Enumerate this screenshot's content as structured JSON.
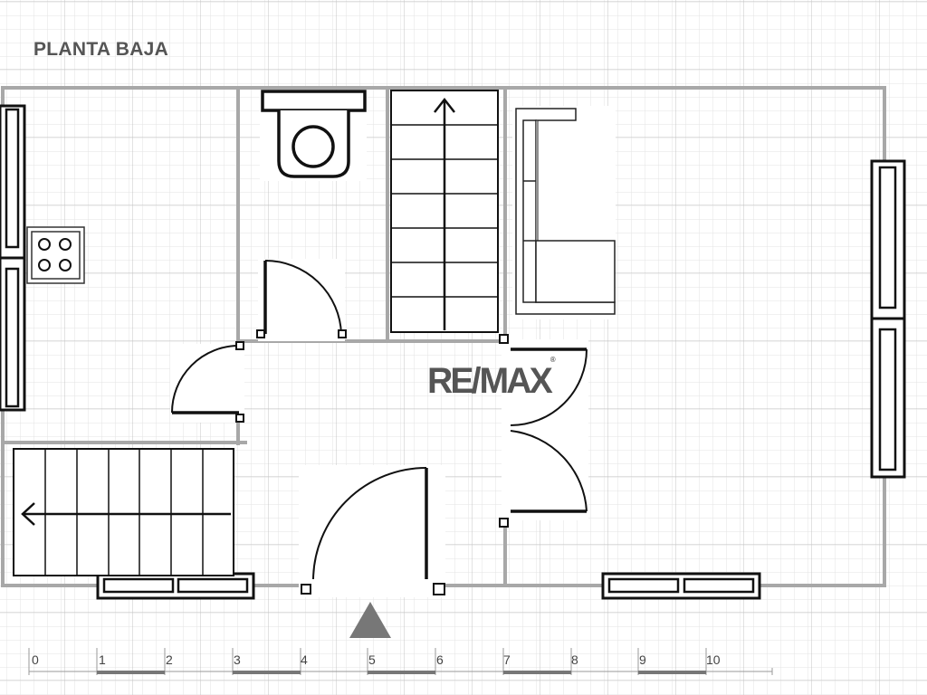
{
  "plan": {
    "title": "PLANTA BAJA",
    "brand": "RE/MAX",
    "brand_mark": "RE/MAX",
    "scale_labels": [
      "0",
      "1",
      "2",
      "3",
      "4",
      "5",
      "6",
      "7",
      "8",
      "9",
      "10"
    ]
  },
  "symbols": [
    "exterior-wall",
    "interior-wall",
    "window",
    "door",
    "toilet",
    "stove",
    "staircase",
    "sofa",
    "entrance-marker",
    "scale-bar"
  ],
  "colors": {
    "wall": "#a8a8a8",
    "fixture": "#111111",
    "grid_minor": "#e3e3e3",
    "grid_major": "#c4c4c4",
    "text": "#555555",
    "entrance": "#777777"
  }
}
